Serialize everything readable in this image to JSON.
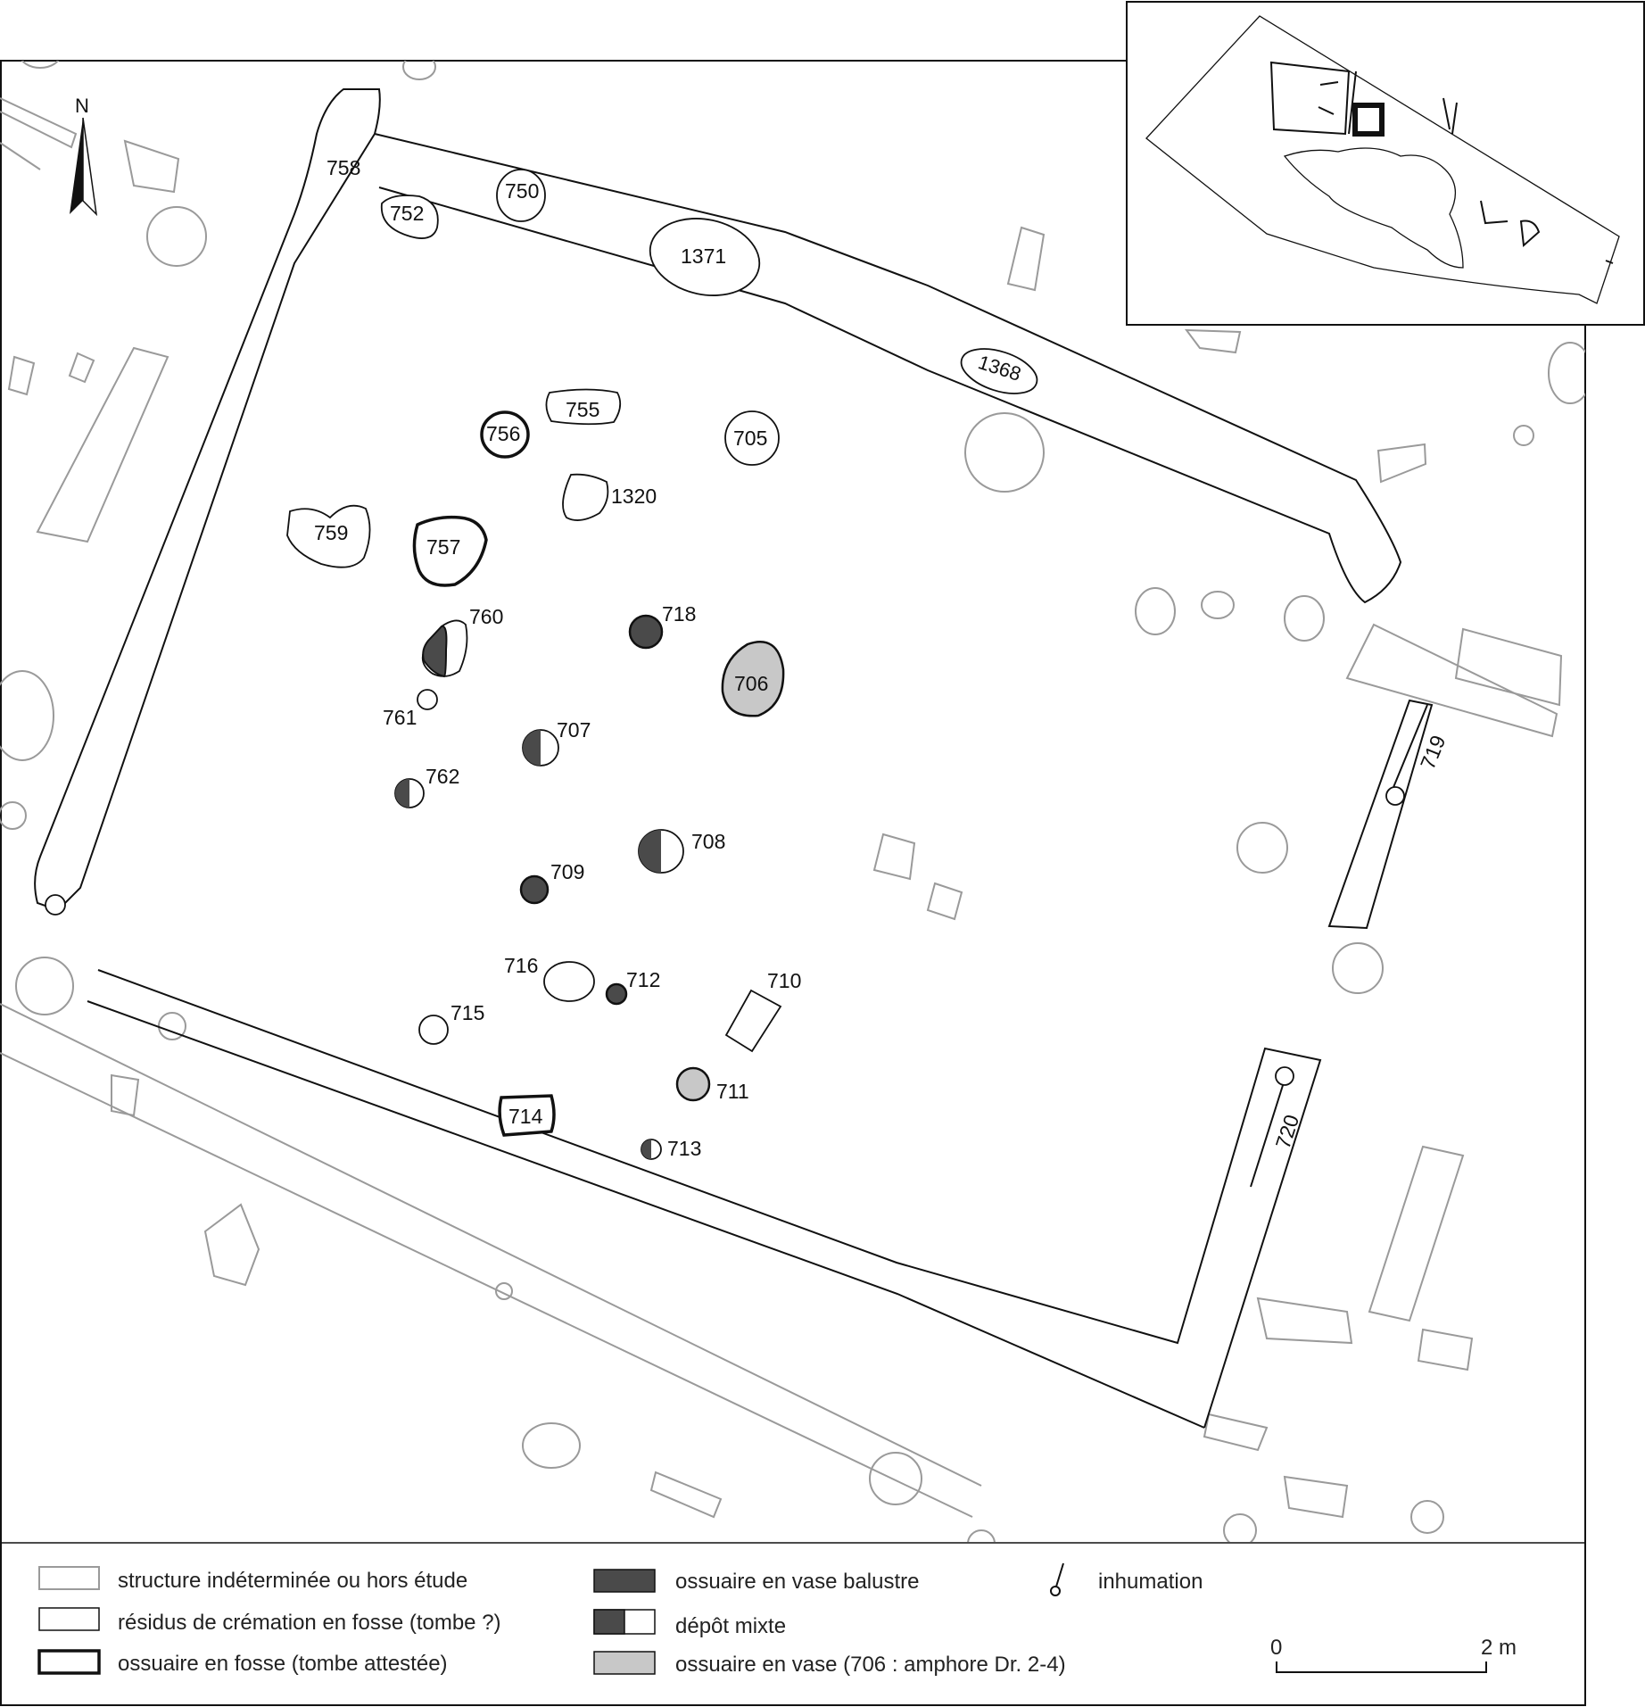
{
  "north_label": "N",
  "features": {
    "f758": "758",
    "f750": "750",
    "f752": "752",
    "f1371": "1371",
    "f1368": "1368",
    "f755": "755",
    "f756": "756",
    "f705": "705",
    "f1320": "1320",
    "f759": "759",
    "f757": "757",
    "f760": "760",
    "f718": "718",
    "f706": "706",
    "f761": "761",
    "f707": "707",
    "f762": "762",
    "f708": "708",
    "f709": "709",
    "f716": "716",
    "f712": "712",
    "f710": "710",
    "f715": "715",
    "f711": "711",
    "f714": "714",
    "f713": "713",
    "f719": "719",
    "f720": "720"
  },
  "legend": {
    "indeterminate": "structure indéterminée ou hors étude",
    "residues": "résidus de crémation en fosse (tombe  ?)",
    "ossuary_pit": "ossuaire  en fosse (tombe attestée)",
    "baluster": "ossuaire en vase balustre",
    "mixed": "dépôt mixte",
    "vase": "ossuaire en vase (706 : amphore Dr. 2-4)",
    "inhumation": "inhumation"
  },
  "scale": {
    "zero": "0",
    "end": "2 m"
  },
  "colors": {
    "grey_line": "#9a9a9a",
    "ink": "#111111",
    "dark_fill": "#4a4a4a",
    "light_fill": "#c8c8c8"
  }
}
